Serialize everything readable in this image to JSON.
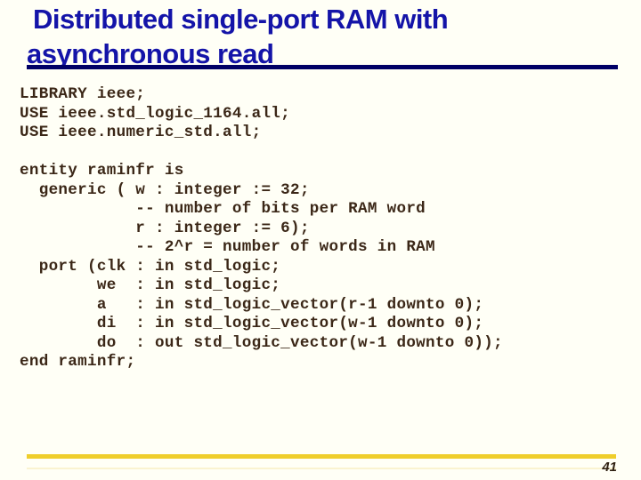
{
  "slide": {
    "title_line1": "Distributed single-port RAM with",
    "title_line2": "asynchronous read",
    "page_number": "41"
  },
  "code": {
    "language": "VHDL",
    "lines": [
      "LIBRARY ieee;",
      "USE ieee.std_logic_1164.all;",
      "USE ieee.numeric_std.all;",
      "",
      "entity raminfr is",
      "  generic ( w : integer := 32;",
      "            -- number of bits per RAM word",
      "            r : integer := 6);",
      "            -- 2^r = number of words in RAM",
      "  port (clk : in std_logic;",
      "        we  : in std_logic;",
      "        a   : in std_logic_vector(r-1 downto 0);",
      "        di  : in std_logic_vector(w-1 downto 0);",
      "        do  : out std_logic_vector(w-1 downto 0));",
      "end raminfr;"
    ]
  },
  "colors": {
    "title": "#1414A8",
    "title_rule": "#000066",
    "code_text": "#3B2717",
    "gold_rule": "#EFCE2B",
    "gold_rule_faint": "#F6EBB7",
    "background": "#FFFFF6",
    "page_number": "#2E1F10"
  }
}
